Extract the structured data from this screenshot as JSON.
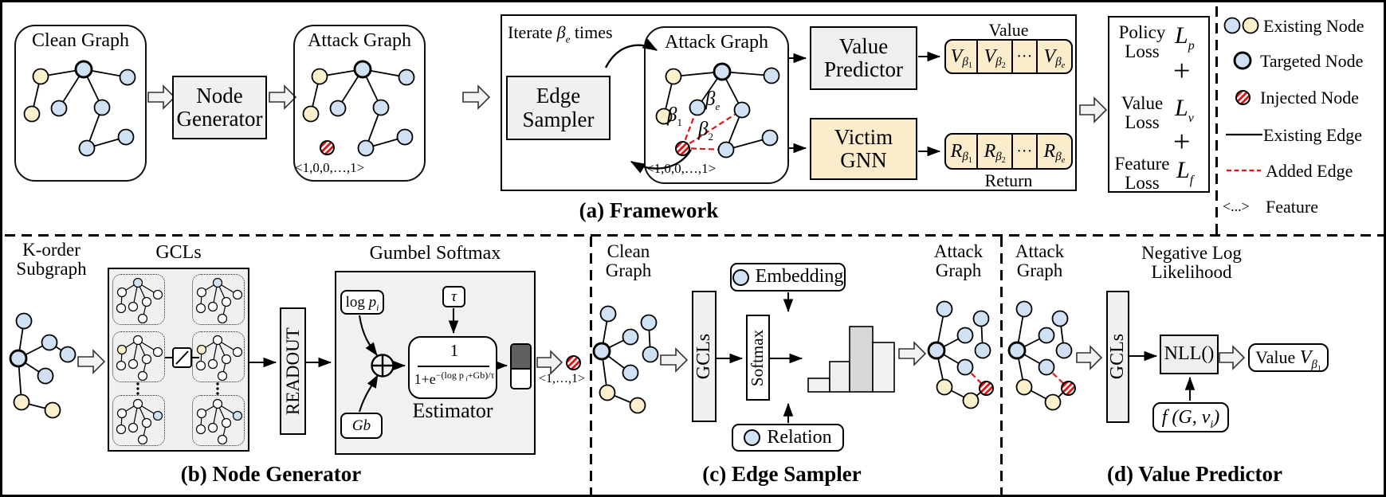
{
  "colors": {
    "node_blue": "#cfe1f3",
    "node_yellow": "#fbf0cb",
    "box_gray": "#f0f0f0",
    "box_yellow": "#fbeccb",
    "added_edge_red": "#e01616",
    "bar_dark": "#d8d8d8",
    "bar_light": "#f1f1f1"
  },
  "panel_a": {
    "caption": "(a) Framework",
    "clean_graph": {
      "title": "Clean Graph"
    },
    "node_generator": {
      "line1": "Node",
      "line2": "Generator"
    },
    "attack_graph1": {
      "title": "Attack Graph",
      "feature": "<1,0,0,…,1>"
    },
    "iterate": {
      "pre": "Iterate ",
      "sym": "β",
      "sub": "e",
      "post": " times"
    },
    "edge_sampler": {
      "line1": "Edge",
      "line2": "Sampler"
    },
    "attack_graph2": {
      "title": "Attack Graph",
      "feature": "<1,0,0,…,1>",
      "beta1": {
        "sym": "β",
        "sub": "1"
      },
      "beta2": {
        "sym": "β",
        "sub": "2"
      },
      "betae": {
        "sym": "β",
        "sub": "e"
      }
    },
    "value_predictor": {
      "line1": "Value",
      "line2": "Predictor"
    },
    "victim_gnn": {
      "line1": "Victim",
      "line2": "GNN"
    },
    "value_array": {
      "label": "Value",
      "cells": [
        {
          "b": "V",
          "s": "β",
          "ss": "1"
        },
        {
          "b": "V",
          "s": "β",
          "ss": "2"
        },
        {
          "b": "···",
          "s": "",
          "ss": ""
        },
        {
          "b": "V",
          "s": "β",
          "ss": "e"
        }
      ]
    },
    "return_array": {
      "label": "Return",
      "cells": [
        {
          "b": "R",
          "s": "β",
          "ss": "1"
        },
        {
          "b": "R",
          "s": "β",
          "ss": "2"
        },
        {
          "b": "···",
          "s": "",
          "ss": ""
        },
        {
          "b": "R",
          "s": "β",
          "ss": "e"
        }
      ]
    },
    "loss_box": {
      "plus": "+",
      "rows": [
        {
          "l1": "Policy",
          "l2": "Loss",
          "sym": "L",
          "sub": "p"
        },
        {
          "l1": "Value",
          "l2": "Loss",
          "sym": "L",
          "sub": "v"
        },
        {
          "l1": "Feature",
          "l2": "Loss",
          "sym": "L",
          "sub": "f"
        }
      ]
    }
  },
  "legend": {
    "items": [
      {
        "icon": "existing-node-icon",
        "label": "Existing Node"
      },
      {
        "icon": "targeted-node-icon",
        "label": "Targeted Node"
      },
      {
        "icon": "injected-node-icon",
        "label": "Injected Node"
      },
      {
        "icon": "existing-edge-icon",
        "label": "Existing Edge"
      },
      {
        "icon": "added-edge-icon",
        "label": "Added Edge"
      },
      {
        "icon": "feature-icon",
        "label": "Feature",
        "glyph": "<...>"
      }
    ]
  },
  "panel_b": {
    "caption": "(b) Node Generator",
    "korder": {
      "line1": "K-order",
      "line2": "Subgraph"
    },
    "gcls": "GCLs",
    "readout": "READOUT",
    "gumbel": {
      "title": "Gumbel Softmax",
      "logp": {
        "pre": "log p",
        "sub": "i"
      },
      "tau": "τ",
      "gb": "Gb",
      "estimator_label": "Estimator",
      "formula": {
        "num": "1",
        "den_pre": "1+e",
        "exp_pre": "−(log p",
        "exp_sub": "i",
        "exp_post": "+Gb)/τ"
      },
      "output_feature": "<1,…,1>"
    }
  },
  "panel_c": {
    "caption": "(c) Edge Sampler",
    "clean_graph": {
      "line1": "Clean",
      "line2": "Graph"
    },
    "attack_graph": {
      "line1": "Attack",
      "line2": "Graph"
    },
    "gcls": "GCLs",
    "softmax": "Softmax",
    "embedding": "Embedding",
    "relation": "Relation"
  },
  "panel_d": {
    "caption": "(d) Value Predictor",
    "attack_graph": {
      "line1": "Attack",
      "line2": "Graph"
    },
    "gcls": "GCLs",
    "title": {
      "line1": "Negative Log",
      "line2": "Likelihood"
    },
    "nll": "NLL()",
    "f_input": {
      "pre": "f",
      "mid": " (G, v",
      "sub": "i",
      "post": ")"
    },
    "value_out": {
      "pre": "Value ",
      "sym": "V",
      "sub": "β",
      "ss": "1"
    }
  }
}
